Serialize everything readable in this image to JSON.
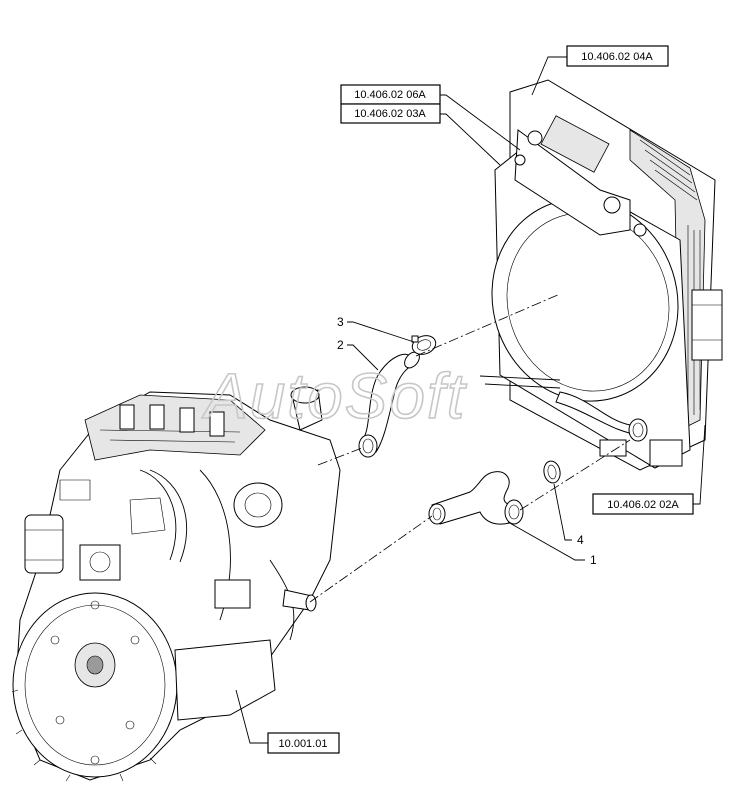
{
  "references": {
    "radiator_assembly": "10.406.02 04A",
    "upper_ref_06a": "10.406.02 06A",
    "upper_ref_03a": "10.406.02 03A",
    "lower_ref_02a": "10.406.02 02A",
    "engine": "10.001.01"
  },
  "callouts": {
    "lower_hose": "1",
    "upper_hose": "2",
    "upper_clamp": "3",
    "lower_clamp": "4"
  },
  "watermark": "AutoSoft"
}
